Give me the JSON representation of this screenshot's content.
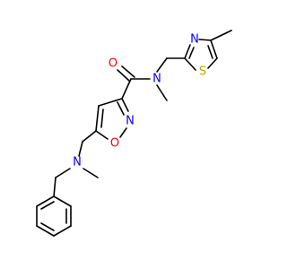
{
  "molecule": {
    "atoms": {
      "O_carbonyl": {
        "symbol": "O",
        "color": "#ff0000"
      },
      "N_amide": {
        "symbol": "N",
        "color": "#0000ff"
      },
      "N_thiazole": {
        "symbol": "N",
        "color": "#0000ff"
      },
      "S_thiazole": {
        "symbol": "S",
        "color": "#b8a800"
      },
      "N_isoxazole": {
        "symbol": "N",
        "color": "#0000ff"
      },
      "O_isoxazole": {
        "symbol": "O",
        "color": "#ff0000"
      },
      "N_amine": {
        "symbol": "N",
        "color": "#0000ff"
      }
    }
  }
}
